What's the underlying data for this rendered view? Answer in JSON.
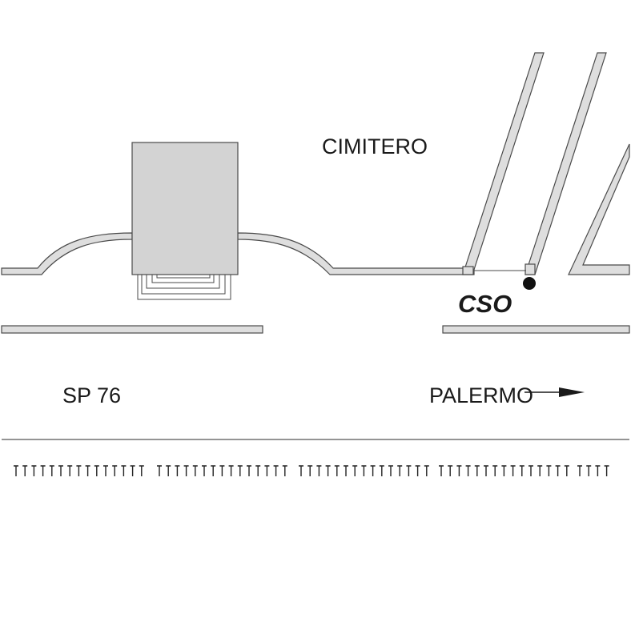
{
  "labels": {
    "cemetery": "CIMITERO",
    "cso": "CSO",
    "road_name": "SP 76",
    "direction": "PALERMO"
  },
  "colors": {
    "road_fill": "#dedede",
    "road_outline": "#4a4a4a",
    "building_fill": "#d3d3d3",
    "text": "#1a1a1a",
    "marker": "#111111"
  },
  "icons": {
    "direction_arrow": "arrow-right-icon",
    "cso_marker": "location-dot-icon",
    "embankment": "hachure-symbol"
  }
}
